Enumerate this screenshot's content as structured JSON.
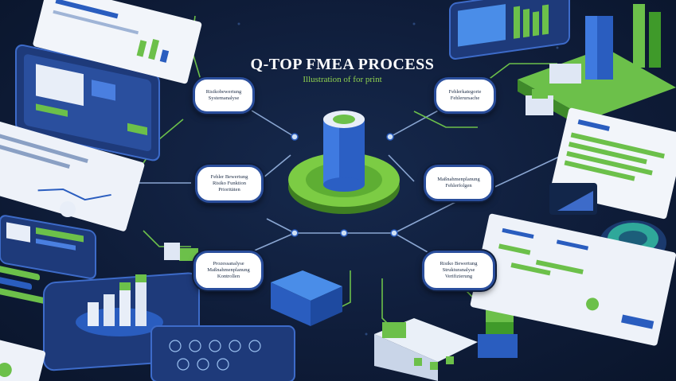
{
  "header": {
    "title": "Q-TOP FMEA PROCESS",
    "subtitle": "Illustration of for print"
  },
  "nodes": [
    {
      "lines": [
        "Risikobewertung",
        "Systemanalyse"
      ]
    },
    {
      "lines": [
        "Fehlerkategorie",
        "Fehlerursache"
      ]
    },
    {
      "lines": [
        "Fehler Bewertung",
        "Risiko Funktion",
        "Prioritäten"
      ]
    },
    {
      "lines": [
        "Maßnahmenplanung",
        "Fehlerfolgen"
      ]
    },
    {
      "lines": [
        "Prozessanalyse",
        "Maßnahmenplanung",
        "Kontrollen"
      ]
    },
    {
      "lines": [
        "Risiko Bewertung",
        "Strukturanalyse",
        "Verifizierung"
      ]
    }
  ],
  "colors": {
    "background": "#0f1d3a",
    "accent_green": "#6cc04a",
    "accent_blue": "#2a5dbf",
    "line": "#7a9ac8"
  }
}
